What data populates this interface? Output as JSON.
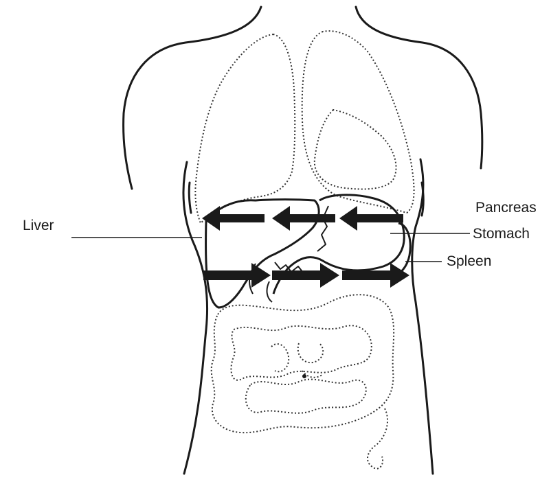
{
  "labels": {
    "liver": "Liver",
    "pancreas": "Pancreas",
    "stomach": "Stomach",
    "spleen": "Spleen"
  },
  "arrows": {
    "upper_row_direction": "left",
    "lower_row_direction": "right",
    "count_per_row": 3
  },
  "colors": {
    "ink": "#1a1a1a",
    "arrow": "#1a1a1a",
    "background": "#ffffff"
  }
}
